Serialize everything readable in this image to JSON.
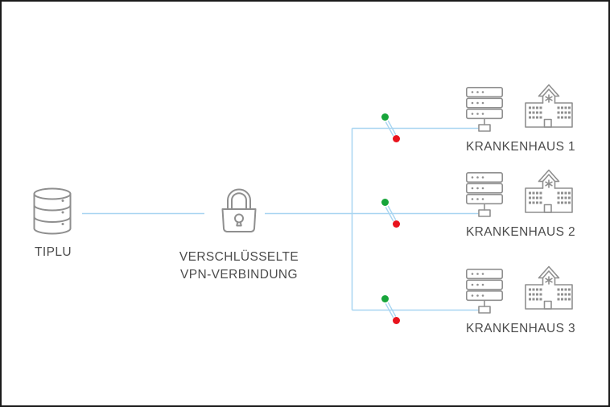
{
  "diagram": {
    "title_hint": "Encrypted VPN connection between TIPLU and hospitals",
    "source": {
      "label": "TIPLU",
      "icon": "database-icon"
    },
    "vpn": {
      "label_line1": "VERSCHLÜSSELTE",
      "label_line2": "VPN-VERBINDUNG",
      "icon": "lock-icon"
    },
    "hospitals": [
      {
        "label": "KRANKENHAUS 1",
        "icons": [
          "server-icon",
          "hospital-building-icon"
        ],
        "switch": "open"
      },
      {
        "label": "KRANKENHAUS 2",
        "icons": [
          "server-icon",
          "hospital-building-icon"
        ],
        "switch": "open"
      },
      {
        "label": "KRANKENHAUS 3",
        "icons": [
          "server-icon",
          "hospital-building-icon"
        ],
        "switch": "open"
      }
    ],
    "colors": {
      "connection_line": "#a8d5f1",
      "icon_stroke": "#8f8f8f",
      "text": "#4c4c4c",
      "switch_on_dot": "#17a53a",
      "switch_off_dot": "#e8131d",
      "frame_border": "#1a1a1a",
      "background": "#ffffff"
    }
  }
}
